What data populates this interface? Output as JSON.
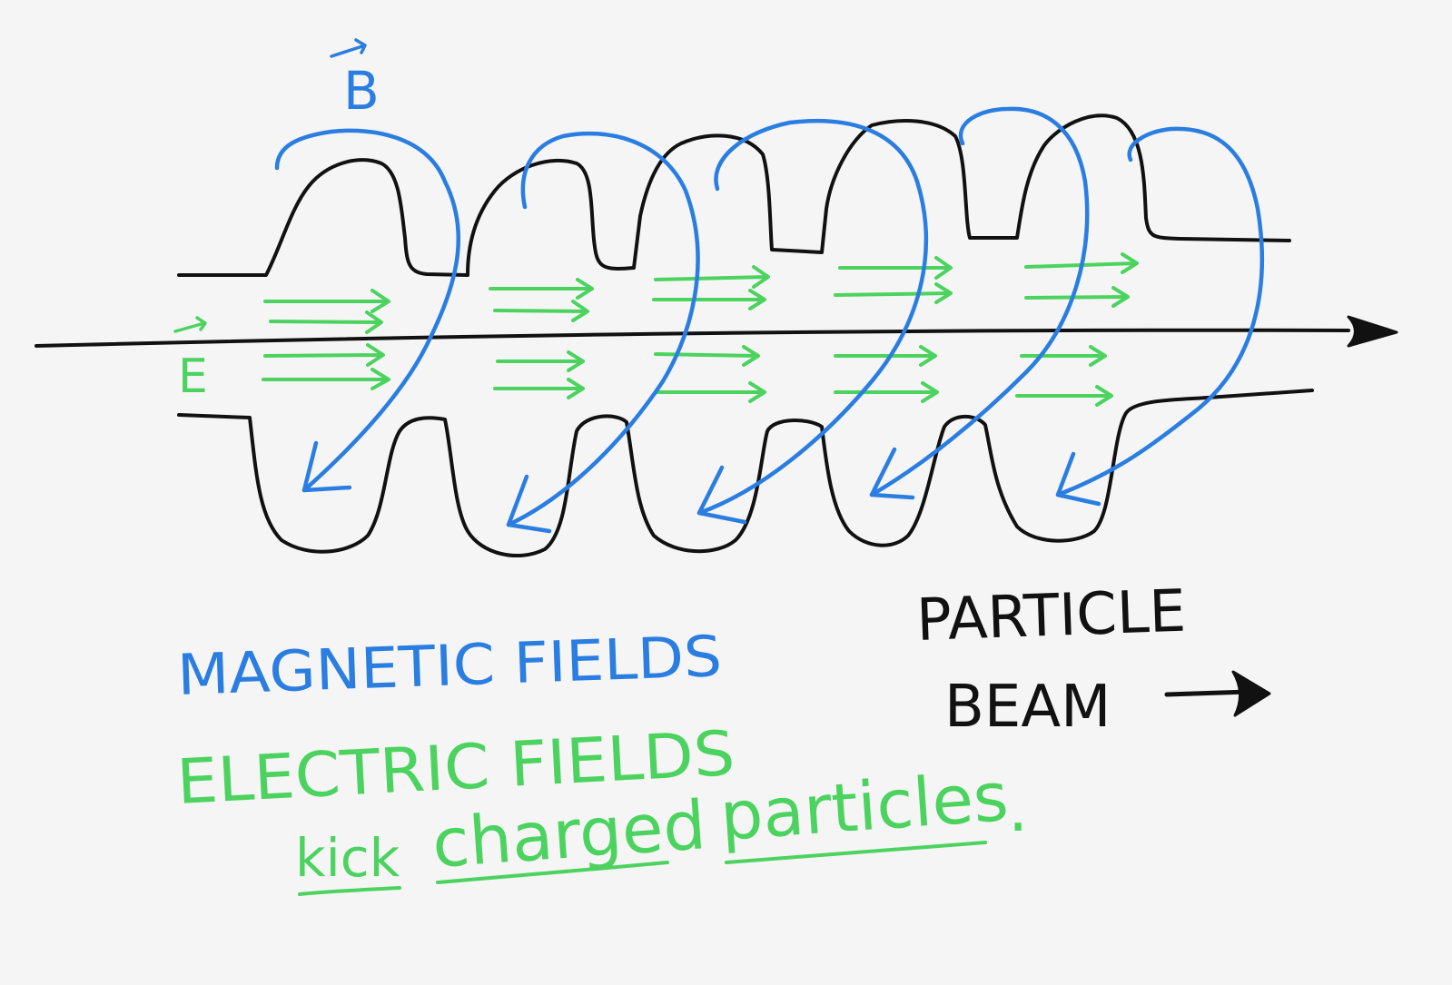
{
  "colors": {
    "background": "#f5f5f5",
    "magnetic": "#2a7de1",
    "electric": "#4cd35f",
    "ink": "#111111"
  },
  "labels": {
    "b_vector": "B",
    "e_vector": "E",
    "particle_line1": "PARTICLE",
    "particle_line2": "BEAM",
    "magnetic_legend": "MAGNETIC FIELDS",
    "electric_legend": "ELECTRIC FIELDS",
    "caption_word1": "kick",
    "caption_word2": "charged",
    "caption_word3": "particles",
    "caption_end": "."
  }
}
